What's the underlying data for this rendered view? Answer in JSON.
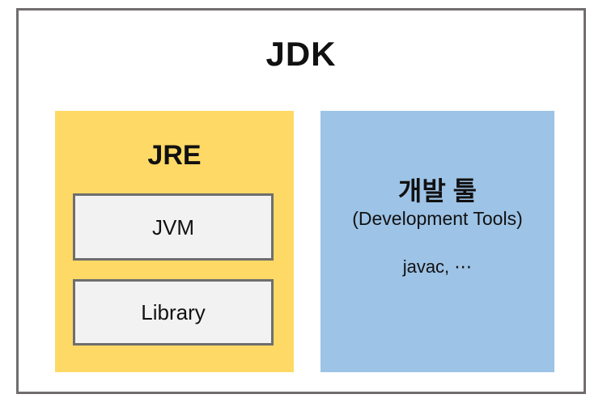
{
  "title": "JDK",
  "jre": {
    "label": "JRE",
    "components": [
      {
        "label": "JVM"
      },
      {
        "label": "Library"
      }
    ]
  },
  "dev_tools": {
    "label_ko": "개발 툴",
    "label_en": "(Development Tools)",
    "tools": "javac, ⋯"
  },
  "colors": {
    "jre_fill": "#FFD966",
    "devtools_fill": "#9DC3E6",
    "component_fill": "#F2F2F2",
    "component_border": "#6E6E6E",
    "frame_border": "#716D6D",
    "text": "#111111",
    "background": "#FFFFFF"
  }
}
